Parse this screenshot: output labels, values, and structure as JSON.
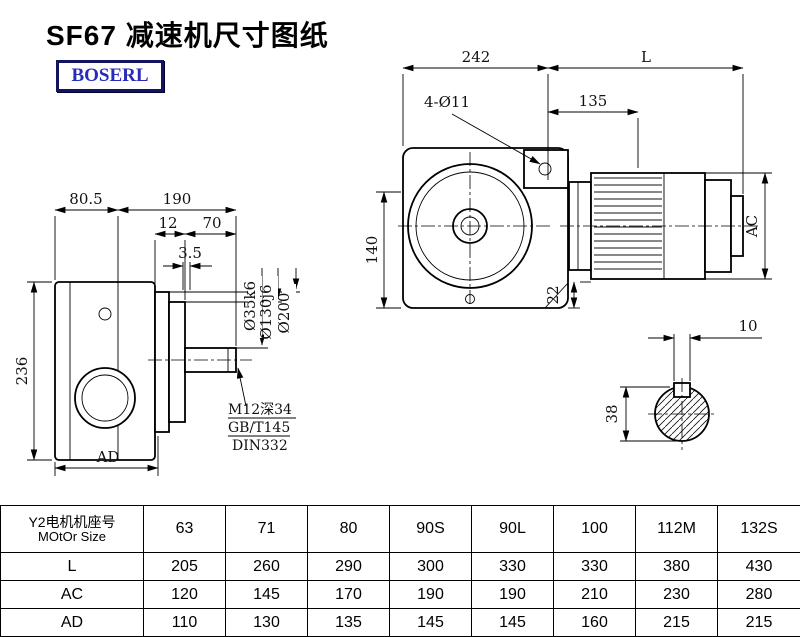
{
  "title": "SF67 减速机尺寸图纸",
  "logo_text": "BOSERL",
  "views": {
    "top_dims": {
      "body_width": "242",
      "motor_length": "L",
      "bolt_pattern": "4-Ø11",
      "flange_offset": "135"
    },
    "front_view": {
      "height": "140",
      "foot": "22"
    },
    "motor": {
      "diameter": "AC"
    },
    "side_view": {
      "depth1": "80.5",
      "depth2": "190",
      "step1": "12",
      "step2": "70",
      "step3": "3.5",
      "height": "236",
      "bottom": "AD",
      "shaft_dia": "Ø35k6",
      "spigot_dia": "Ø130j6",
      "flange_dia": "Ø200",
      "note1": "M12深34",
      "note2": "GB/T145",
      "note3": "DIN332"
    },
    "shaft_detail": {
      "key_width": "10",
      "shaft_height": "38"
    }
  },
  "table": {
    "row_header_line1": "Y2电机机座号",
    "row_header_line2": "MOtOr Size",
    "sizes": [
      "63",
      "71",
      "80",
      "90S",
      "90L",
      "100",
      "112M",
      "132S"
    ],
    "rows": [
      {
        "label": "L",
        "values": [
          "205",
          "260",
          "290",
          "300",
          "330",
          "330",
          "380",
          "430"
        ]
      },
      {
        "label": "AC",
        "values": [
          "120",
          "145",
          "170",
          "190",
          "190",
          "210",
          "230",
          "280"
        ]
      },
      {
        "label": "AD",
        "values": [
          "110",
          "130",
          "135",
          "145",
          "145",
          "160",
          "215",
          "215"
        ]
      }
    ]
  }
}
